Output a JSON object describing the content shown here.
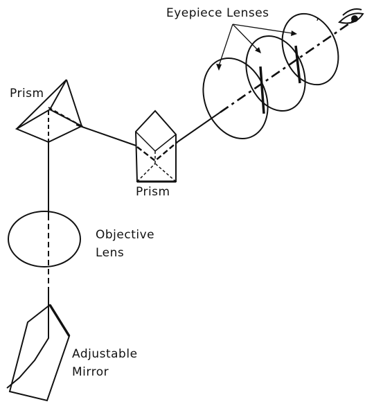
{
  "labels": {
    "eyepiece": "Eyepiece Lenses",
    "comma": ",",
    "prism_top": "Prism",
    "prism_mid": "Prism",
    "objective_line1": "Objective",
    "objective_line2": "Lens",
    "mirror_line1": "Adjustable",
    "mirror_line2": "Mirror"
  },
  "colors": {
    "ink": "#111111",
    "background": "#ffffff"
  }
}
